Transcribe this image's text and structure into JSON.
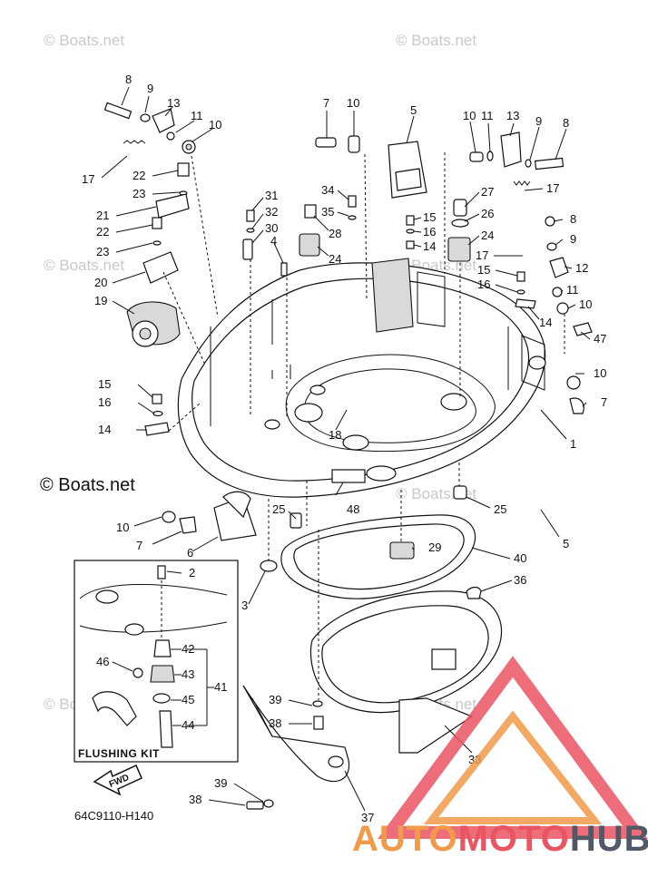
{
  "watermark_text": "© Boats.net",
  "copyright_text": "© Boats.net",
  "diagram_code": "64C9110-H140",
  "flushing_kit_title": "FLUSHING KIT",
  "fwd_label": "FWD",
  "brand": {
    "part1": "AUTO",
    "part2": "MOTO",
    "part3": "HUB",
    "colors": [
      "#f19a4a",
      "#ea5563",
      "#4f5a66"
    ]
  },
  "callouts": {
    "c8a": "8",
    "c9a": "9",
    "c13a": "13",
    "c11a": "11",
    "c10a": "10",
    "c17a": "17",
    "c22a": "22",
    "c23a": "23",
    "c21": "21",
    "c22b": "22",
    "c23b": "23",
    "c20": "20",
    "c19": "19",
    "c7a": "7",
    "c10b": "10",
    "c5a": "5",
    "c10c": "10",
    "c11b": "11",
    "c13b": "13",
    "c9b": "9",
    "c8b": "8",
    "c17b": "17",
    "c31": "31",
    "c32": "32",
    "c30": "30",
    "c4": "4",
    "c34": "34",
    "c35": "35",
    "c28": "28",
    "c24a": "24",
    "c27": "27",
    "c26": "26",
    "c24b": "24",
    "c15a": "15",
    "c16a": "16",
    "c14a": "14",
    "c8c": "8",
    "c9c": "9",
    "c17c": "17",
    "c15b": "15",
    "c16b": "16",
    "c12": "12",
    "c11c": "11",
    "c10d": "10",
    "c14b": "14",
    "c47": "47",
    "c15c": "15",
    "c16c": "16",
    "c14c": "14",
    "c10e": "10",
    "c7b": "7",
    "c1": "1",
    "c18": "18",
    "c5b": "5",
    "c25a": "25",
    "c25b": "25",
    "c48": "48",
    "c10f": "10",
    "c7c": "7",
    "c6": "6",
    "c29": "29",
    "c40": "40",
    "c36": "36",
    "c3": "3",
    "c2": "2",
    "c42": "42",
    "c43": "43",
    "c41": "41",
    "c45": "45",
    "c44": "44",
    "c46": "46",
    "c39a": "39",
    "c38a": "38",
    "c33": "33",
    "c39b": "39",
    "c38b": "38",
    "c37": "37"
  }
}
